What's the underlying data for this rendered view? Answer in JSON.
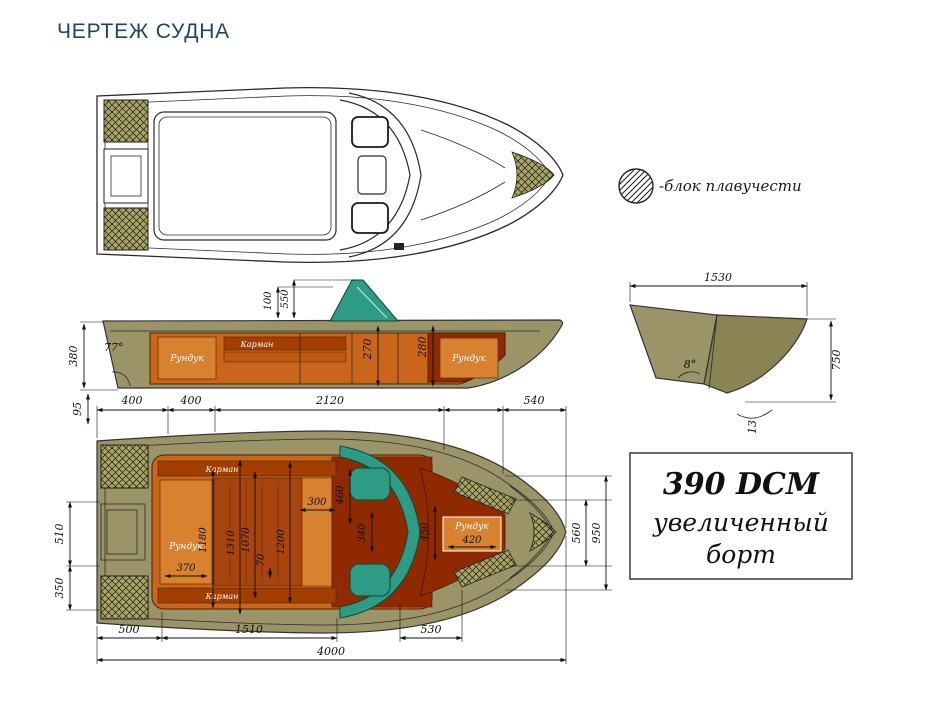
{
  "page": {
    "title": "ЧЕРТЕЖ СУДНА"
  },
  "legend": {
    "label": "-блок плавучести"
  },
  "model_box": {
    "line1": "390 DCM",
    "line2": "увеличенный",
    "line3": "борт"
  },
  "side_view": {
    "dim_380": "380",
    "dim_95": "95",
    "angle_77": "77°",
    "dim_100": "100",
    "dim_550": "550",
    "dim_270": "270",
    "dim_280": "280",
    "label_runduk_stern": "Рундук",
    "label_karman": "Карман",
    "label_runduk_bow": "Рундук"
  },
  "plan_view": {
    "dim_400_a": "400",
    "dim_400_b": "400",
    "dim_2120": "2120",
    "dim_540": "540",
    "dim_510": "510",
    "dim_350": "350",
    "dim_500": "500",
    "dim_1510": "1510",
    "dim_530": "530",
    "dim_4000": "4000",
    "dim_370": "370",
    "dim_1180": "1180",
    "dim_1310": "1310",
    "dim_1070": "1070",
    "dim_70": "70",
    "dim_1200": "1200",
    "dim_300": "300",
    "dim_460": "460",
    "dim_340": "340",
    "dim_450": "450",
    "dim_420": "420",
    "dim_560": "560",
    "dim_950": "950",
    "label_karman_top": "Карман",
    "label_karman_bottom": "Карман",
    "label_runduk_left": "Рундук",
    "label_runduk_right": "Рундук"
  },
  "section_view": {
    "dim_1530": "1530",
    "dim_750": "750",
    "angle_8": "8°",
    "dim_13": "13"
  },
  "colors": {
    "title": "#214658",
    "hull_olive": "#9a9468",
    "hull_olive_dark": "#8a8455",
    "cockpit_orange": "#c9661c",
    "locker_orange": "#d8812f",
    "pocket_red": "#a33d00",
    "floor_maroon": "#8f2a00",
    "seat_teal": "#2e9b85",
    "line": "#1a1a1a"
  }
}
